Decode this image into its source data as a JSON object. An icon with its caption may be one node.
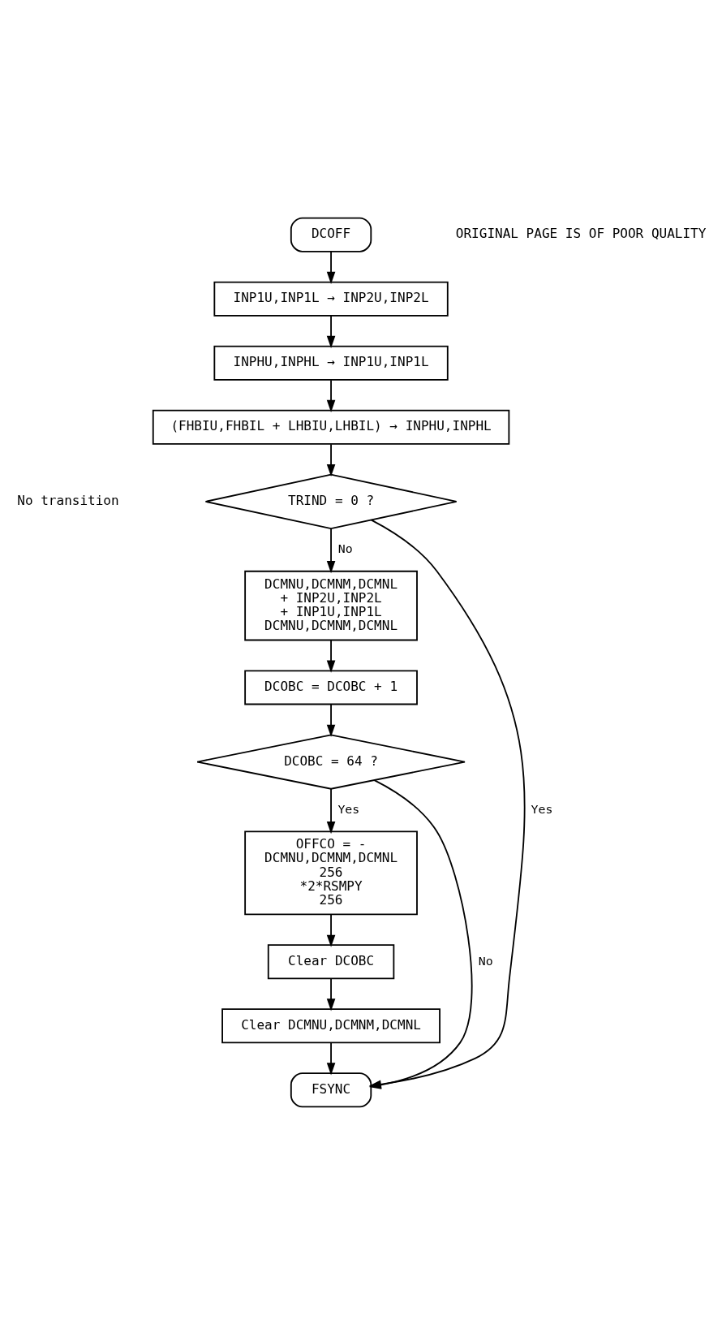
{
  "diagram": {
    "nodes": [
      {
        "text": [
          "DCOFF"
        ]
      },
      {
        "text": [
          "INP1U,INP1L → INP2U,INP2L"
        ]
      },
      {
        "text": [
          "INPHU,INPHL → INP1U,INP1L"
        ]
      },
      {
        "text": [
          "(FHBIU,FHBIL + LHBIU,LHBIL) → INPHU,INPHL"
        ]
      },
      {
        "text": [
          "TRIND = 0 ?"
        ]
      },
      {
        "text": [
          "DCMNU,DCMNM,DCMNL",
          "+ INP2U,INP2L",
          "+ INP1U,INP1L",
          "DCMNU,DCMNM,DCMNL"
        ]
      },
      {
        "text": [
          "DCOBC = DCOBC + 1"
        ]
      },
      {
        "text": [
          "DCOBC = 64 ?"
        ]
      },
      {
        "text": [
          "OFFCO = -",
          "DCMNU,DCMNM,DCMNL",
          "256",
          "*2*RSMPY",
          "256"
        ]
      },
      {
        "text": [
          "Clear DCOBC"
        ]
      },
      {
        "text": [
          "Clear DCMNU,DCMNM,DCMNL"
        ]
      },
      {
        "text": [
          "FSYNC"
        ]
      }
    ],
    "edges": [
      {
        "from": 0,
        "to": 1,
        "arrow": "to"
      },
      {
        "from": 1,
        "to": 2,
        "arrow": "to"
      },
      {
        "from": 2,
        "to": 3,
        "arrow": "to"
      },
      {
        "from": 3,
        "to": 4,
        "arrow": "to"
      },
      {
        "from": 4,
        "to": 11,
        "arrow": "to",
        "label": "Yes"
      },
      {
        "from": 4,
        "to": 5,
        "arrow": "to",
        "label": "No"
      },
      {
        "from": 5,
        "to": 6,
        "arrow": "to"
      },
      {
        "from": 6,
        "to": 7,
        "arrow": "to"
      },
      {
        "from": 7,
        "to": 11,
        "arrow": "to",
        "label": "No"
      },
      {
        "from": 7,
        "to": 8,
        "arrow": "to",
        "label": "Yes"
      },
      {
        "from": 8,
        "to": 9,
        "arrow": "to"
      },
      {
        "from": 9,
        "to": 10,
        "arrow": "to"
      },
      {
        "from": 10,
        "to": 11,
        "arrow": "to"
      }
    ],
    "labels": [
      "No transition",
      "ORIGINAL PAGE IS OF POOR QUALITY"
    ]
  }
}
